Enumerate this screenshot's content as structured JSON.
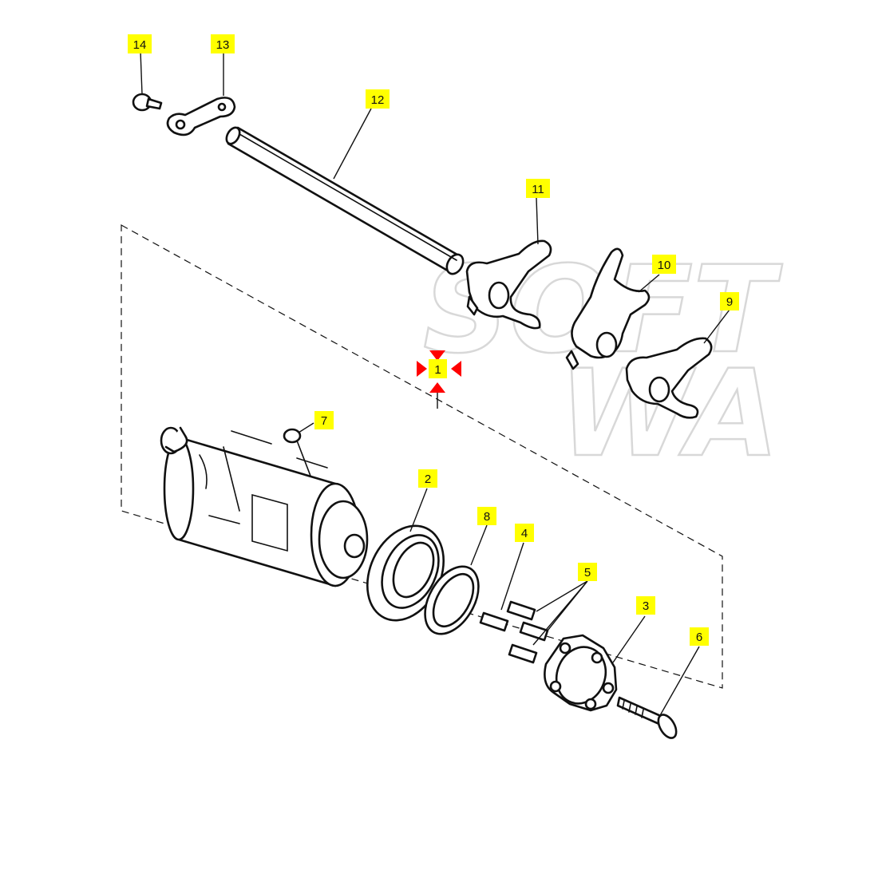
{
  "watermark": {
    "line1": "SOFT",
    "line2": "WA"
  },
  "callouts": {
    "c1": "1",
    "c2": "2",
    "c3": "3",
    "c4": "4",
    "c5": "5",
    "c6": "6",
    "c7": "7",
    "c8": "8",
    "c9": "9",
    "c10": "10",
    "c11": "11",
    "c12": "12",
    "c13": "13",
    "c14": "14"
  },
  "colors": {
    "label_highlight": "#ffff00",
    "selected_marker": "#ff0000",
    "line": "#111111",
    "watermark": "#d8d8d8"
  }
}
